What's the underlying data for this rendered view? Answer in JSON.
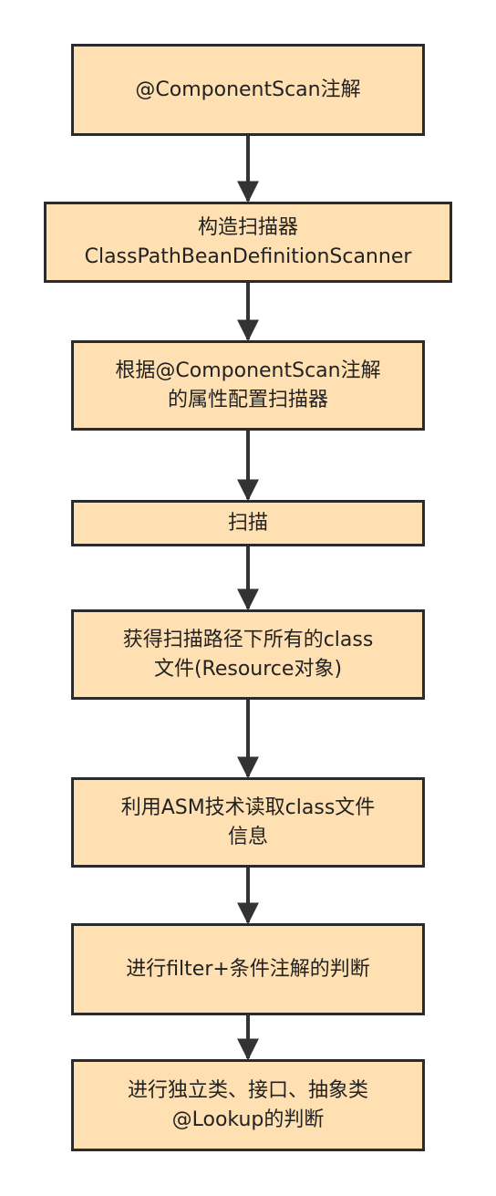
{
  "colors": {
    "node_fill": "#ffe0b2",
    "node_border": "#2b2b2b",
    "arrow": "#333333",
    "text": "#222222"
  },
  "flow": {
    "steps": [
      {
        "id": "component-scan-annotation",
        "lines": [
          "@ComponentScan注解"
        ]
      },
      {
        "id": "construct-scanner",
        "lines": [
          "构造扫描器",
          "ClassPathBeanDefinitionScanner"
        ]
      },
      {
        "id": "configure-scanner",
        "lines": [
          "根据@ComponentScan注解",
          "的属性配置扫描器"
        ]
      },
      {
        "id": "scan",
        "lines": [
          "扫描"
        ]
      },
      {
        "id": "get-class-files",
        "lines": [
          "获得扫描路径下所有的class",
          "文件(Resource对象)"
        ]
      },
      {
        "id": "asm-read",
        "lines": [
          "利用ASM技术读取class文件",
          "信息"
        ]
      },
      {
        "id": "filter-conditions",
        "lines": [
          "进行filter+条件注解的判断"
        ]
      },
      {
        "id": "independent-class-check",
        "lines": [
          "进行独立类、接口、抽象类",
          "@Lookup的判断"
        ]
      }
    ]
  }
}
